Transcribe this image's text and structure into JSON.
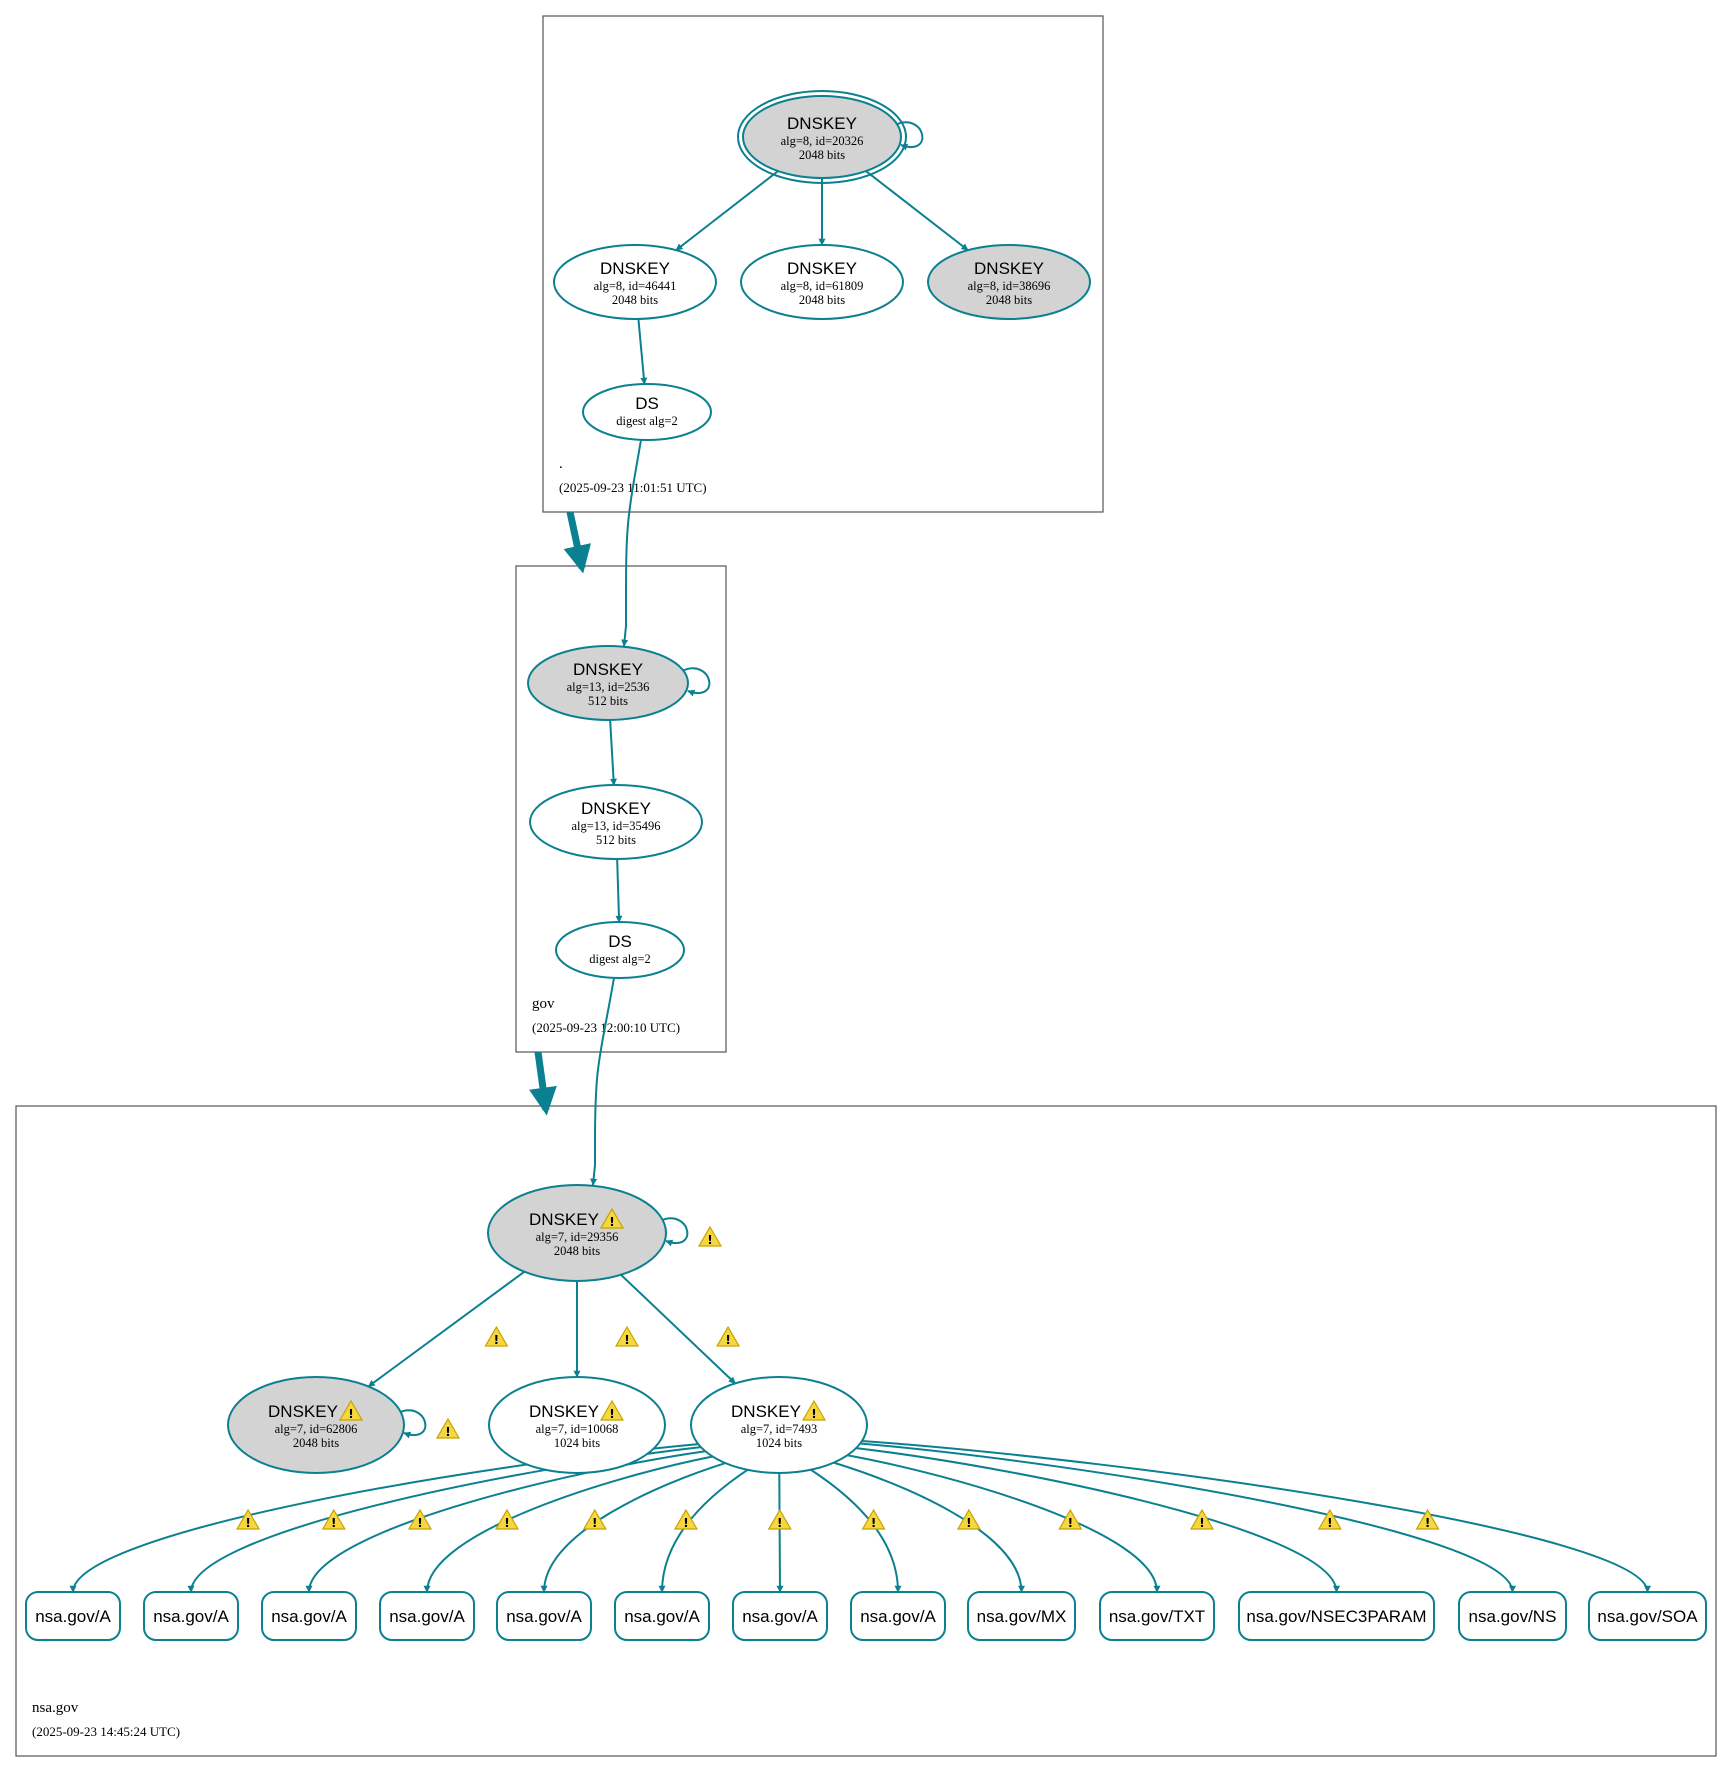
{
  "zones": [
    {
      "id": "root",
      "name": ".",
      "timestamp": "(2025-09-23 11:01:51 UTC)"
    },
    {
      "id": "gov",
      "name": "gov",
      "timestamp": "(2025-09-23 12:00:10 UTC)"
    },
    {
      "id": "nsa",
      "name": "nsa.gov",
      "timestamp": "(2025-09-23 14:45:24 UTC)"
    }
  ],
  "nodes": [
    {
      "id": "r_ksk",
      "zone": "root",
      "kind": "DNSKEY",
      "title": "DNSKEY",
      "sub1": "alg=8, id=20326",
      "sub2": "2048 bits",
      "filled": true,
      "double": true,
      "warning": false,
      "self_loop": true
    },
    {
      "id": "r_z1",
      "zone": "root",
      "kind": "DNSKEY",
      "title": "DNSKEY",
      "sub1": "alg=8, id=46441",
      "sub2": "2048 bits",
      "filled": false,
      "double": false,
      "warning": false,
      "self_loop": false
    },
    {
      "id": "r_z2",
      "zone": "root",
      "kind": "DNSKEY",
      "title": "DNSKEY",
      "sub1": "alg=8, id=61809",
      "sub2": "2048 bits",
      "filled": false,
      "double": false,
      "warning": false,
      "self_loop": false
    },
    {
      "id": "r_z3",
      "zone": "root",
      "kind": "DNSKEY",
      "title": "DNSKEY",
      "sub1": "alg=8, id=38696",
      "sub2": "2048 bits",
      "filled": true,
      "double": false,
      "warning": false,
      "self_loop": false
    },
    {
      "id": "r_ds",
      "zone": "root",
      "kind": "DS",
      "title": "DS",
      "sub1": "digest alg=2",
      "sub2": "",
      "filled": false,
      "double": false,
      "warning": false,
      "self_loop": false
    },
    {
      "id": "g_ksk",
      "zone": "gov",
      "kind": "DNSKEY",
      "title": "DNSKEY",
      "sub1": "alg=13, id=2536",
      "sub2": "512 bits",
      "filled": true,
      "double": false,
      "warning": false,
      "self_loop": true
    },
    {
      "id": "g_zsk",
      "zone": "gov",
      "kind": "DNSKEY",
      "title": "DNSKEY",
      "sub1": "alg=13, id=35496",
      "sub2": "512 bits",
      "filled": false,
      "double": false,
      "warning": false,
      "self_loop": false
    },
    {
      "id": "g_ds",
      "zone": "gov",
      "kind": "DS",
      "title": "DS",
      "sub1": "digest alg=2",
      "sub2": "",
      "filled": false,
      "double": false,
      "warning": false,
      "self_loop": false
    },
    {
      "id": "n_ksk",
      "zone": "nsa",
      "kind": "DNSKEY",
      "title": "DNSKEY",
      "sub1": "alg=7, id=29356",
      "sub2": "2048 bits",
      "filled": true,
      "double": false,
      "warning": true,
      "self_loop": true,
      "loop_warning": true
    },
    {
      "id": "n_k2",
      "zone": "nsa",
      "kind": "DNSKEY",
      "title": "DNSKEY",
      "sub1": "alg=7, id=62806",
      "sub2": "2048 bits",
      "filled": true,
      "double": false,
      "warning": true,
      "self_loop": true,
      "loop_warning": true
    },
    {
      "id": "n_z1",
      "zone": "nsa",
      "kind": "DNSKEY",
      "title": "DNSKEY",
      "sub1": "alg=7, id=10068",
      "sub2": "1024 bits",
      "filled": false,
      "double": false,
      "warning": true,
      "self_loop": false
    },
    {
      "id": "n_z2",
      "zone": "nsa",
      "kind": "DNSKEY",
      "title": "DNSKEY",
      "sub1": "alg=7, id=7493",
      "sub2": "1024 bits",
      "filled": false,
      "double": false,
      "warning": true,
      "self_loop": false
    }
  ],
  "rrsets": [
    {
      "id": "rr1",
      "label": "nsa.gov/A"
    },
    {
      "id": "rr2",
      "label": "nsa.gov/A"
    },
    {
      "id": "rr3",
      "label": "nsa.gov/A"
    },
    {
      "id": "rr4",
      "label": "nsa.gov/A"
    },
    {
      "id": "rr5",
      "label": "nsa.gov/A"
    },
    {
      "id": "rr6",
      "label": "nsa.gov/A"
    },
    {
      "id": "rr7",
      "label": "nsa.gov/A"
    },
    {
      "id": "rr8",
      "label": "nsa.gov/A"
    },
    {
      "id": "rr9",
      "label": "nsa.gov/MX"
    },
    {
      "id": "rr10",
      "label": "nsa.gov/TXT"
    },
    {
      "id": "rr11",
      "label": "nsa.gov/NSEC3PARAM"
    },
    {
      "id": "rr12",
      "label": "nsa.gov/NS"
    },
    {
      "id": "rr13",
      "label": "nsa.gov/SOA"
    }
  ],
  "edges": [
    {
      "from": "r_ksk",
      "to": "r_z1",
      "warning": false
    },
    {
      "from": "r_ksk",
      "to": "r_z2",
      "warning": false
    },
    {
      "from": "r_ksk",
      "to": "r_z3",
      "warning": false
    },
    {
      "from": "r_z1",
      "to": "r_ds",
      "warning": false
    },
    {
      "from": "r_ds",
      "to": "g_ksk",
      "warning": false
    },
    {
      "from": "g_ksk",
      "to": "g_zsk",
      "warning": false
    },
    {
      "from": "g_zsk",
      "to": "g_ds",
      "warning": false
    },
    {
      "from": "g_ds",
      "to": "n_ksk",
      "warning": false
    },
    {
      "from": "n_ksk",
      "to": "n_k2",
      "warning": true
    },
    {
      "from": "n_ksk",
      "to": "n_z1",
      "warning": true
    },
    {
      "from": "n_ksk",
      "to": "n_z2",
      "warning": true
    },
    {
      "from": "n_z2",
      "to": "rr1",
      "warning": true
    },
    {
      "from": "n_z2",
      "to": "rr2",
      "warning": true
    },
    {
      "from": "n_z2",
      "to": "rr3",
      "warning": true
    },
    {
      "from": "n_z2",
      "to": "rr4",
      "warning": true
    },
    {
      "from": "n_z2",
      "to": "rr5",
      "warning": true
    },
    {
      "from": "n_z2",
      "to": "rr6",
      "warning": true
    },
    {
      "from": "n_z2",
      "to": "rr7",
      "warning": true
    },
    {
      "from": "n_z2",
      "to": "rr8",
      "warning": true
    },
    {
      "from": "n_z2",
      "to": "rr9",
      "warning": true
    },
    {
      "from": "n_z2",
      "to": "rr10",
      "warning": true
    },
    {
      "from": "n_z2",
      "to": "rr11",
      "warning": true
    },
    {
      "from": "n_z2",
      "to": "rr12",
      "warning": true
    },
    {
      "from": "n_z2",
      "to": "rr13",
      "warning": true
    }
  ],
  "delegations": [
    {
      "from": "root",
      "to": "gov"
    },
    {
      "from": "gov",
      "to": "nsa"
    }
  ],
  "colors": {
    "edge": "#0a8090",
    "filled_node": "#d3d3d3",
    "node_fill": "#ffffff",
    "zone_border": "#555555",
    "warning": "#f5d742"
  }
}
